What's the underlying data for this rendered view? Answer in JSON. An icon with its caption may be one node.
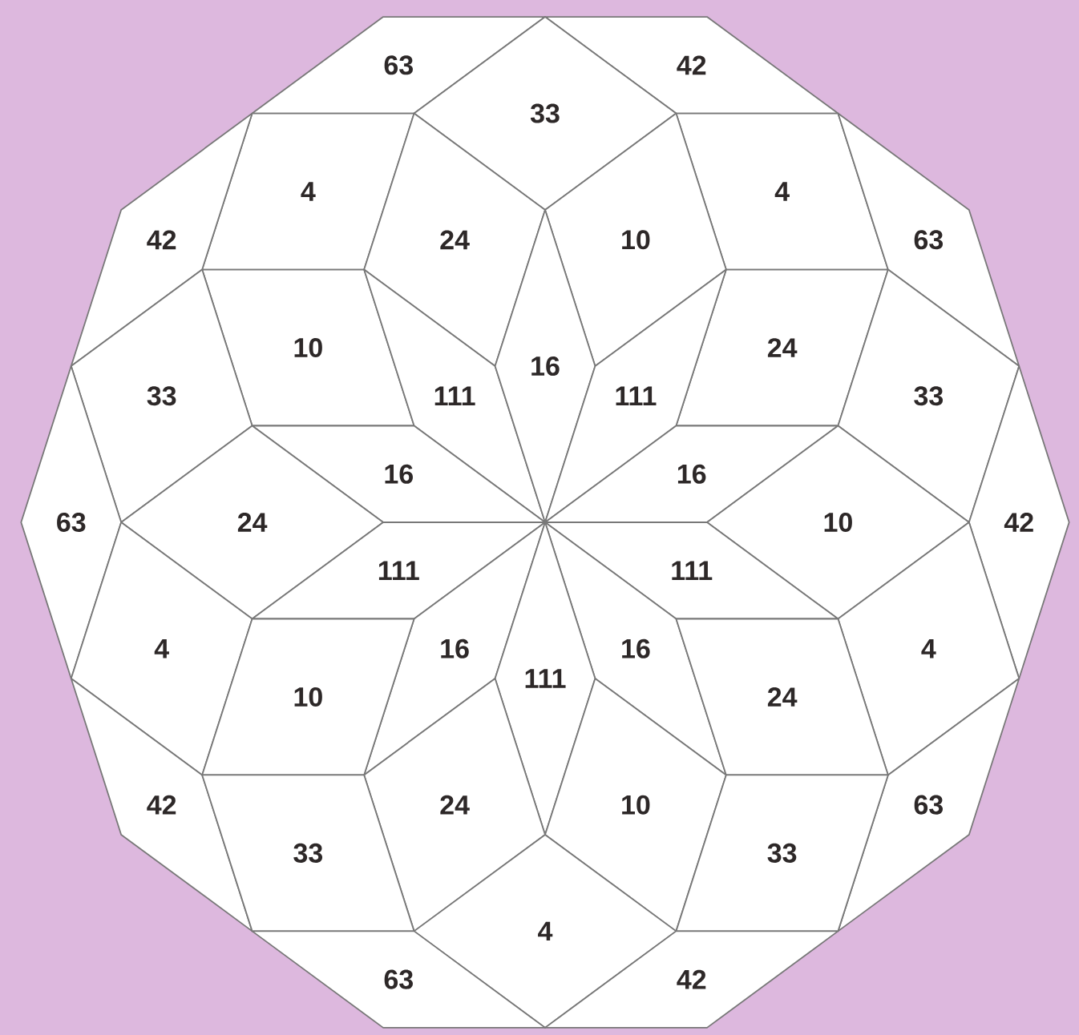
{
  "diagram": {
    "nodes": [
      {
        "text": [
          "63"
        ]
      },
      {
        "text": [
          "42"
        ]
      },
      {
        "text": [
          "33"
        ]
      },
      {
        "text": [
          "4"
        ]
      },
      {
        "text": [
          "4"
        ]
      },
      {
        "text": [
          "42"
        ]
      },
      {
        "text": [
          "63"
        ]
      },
      {
        "text": [
          "24"
        ]
      },
      {
        "text": [
          "10"
        ]
      },
      {
        "text": [
          "10"
        ]
      },
      {
        "text": [
          "24"
        ]
      },
      {
        "text": [
          "33"
        ]
      },
      {
        "text": [
          "111"
        ]
      },
      {
        "text": [
          "16"
        ]
      },
      {
        "text": [
          "111"
        ]
      },
      {
        "text": [
          "33"
        ]
      },
      {
        "text": [
          "16"
        ]
      },
      {
        "text": [
          "16"
        ]
      },
      {
        "text": [
          "63"
        ]
      },
      {
        "text": [
          "24"
        ]
      },
      {
        "text": [
          "10"
        ]
      },
      {
        "text": [
          "42"
        ]
      },
      {
        "text": [
          "111"
        ]
      },
      {
        "text": [
          "111"
        ]
      },
      {
        "text": [
          "4"
        ]
      },
      {
        "text": [
          "16"
        ]
      },
      {
        "text": [
          "16"
        ]
      },
      {
        "text": [
          "4"
        ]
      },
      {
        "text": [
          "10"
        ]
      },
      {
        "text": [
          "111"
        ]
      },
      {
        "text": [
          "24"
        ]
      },
      {
        "text": [
          "42"
        ]
      },
      {
        "text": [
          "24"
        ]
      },
      {
        "text": [
          "10"
        ]
      },
      {
        "text": [
          "63"
        ]
      },
      {
        "text": [
          "33"
        ]
      },
      {
        "text": [
          "33"
        ]
      },
      {
        "text": [
          "4"
        ]
      },
      {
        "text": [
          "63"
        ]
      },
      {
        "text": [
          "42"
        ]
      }
    ]
  }
}
